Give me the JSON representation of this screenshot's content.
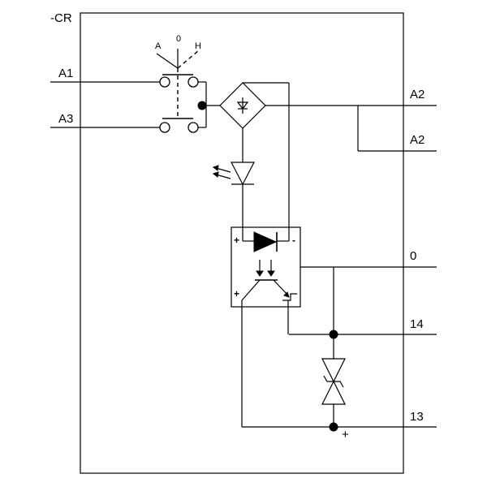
{
  "device": {
    "tag": "-CR"
  },
  "selector": {
    "pos_a": "A",
    "pos_0": "0",
    "pos_h": "H"
  },
  "terminals": {
    "a1": "A1",
    "a3": "A3",
    "a2_top": "A2",
    "a2_bottom": "A2",
    "t0": "0",
    "t14": "14",
    "t13": "13"
  },
  "optocoupler": {
    "plus_input": "+",
    "minus_input": "-",
    "plus_output": "+"
  },
  "output_polarity": "+"
}
